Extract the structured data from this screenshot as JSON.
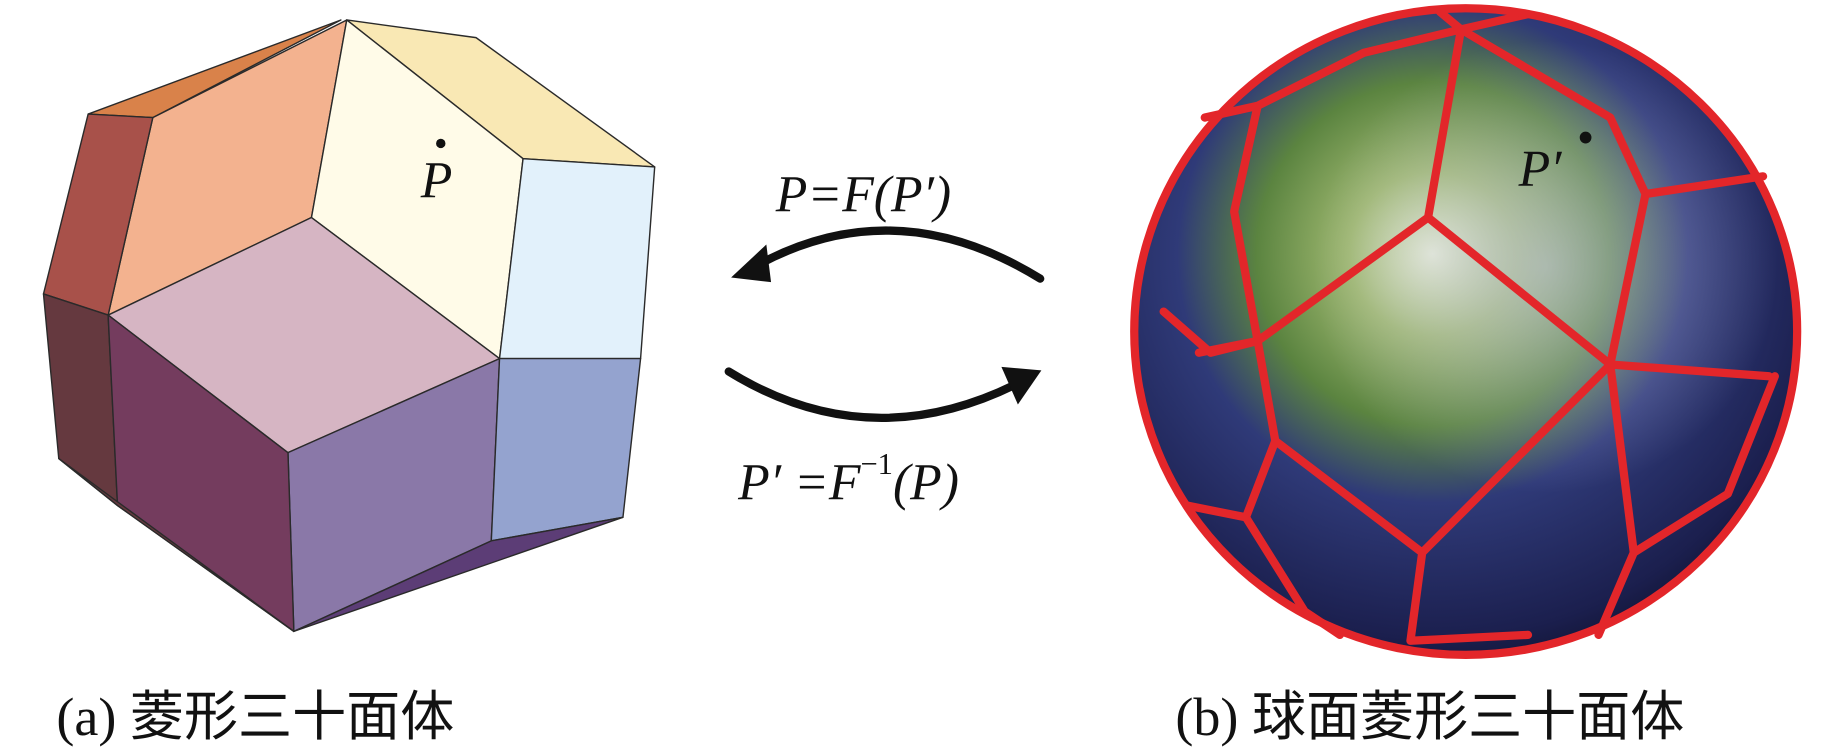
{
  "polyhedron": {
    "point_label": "P",
    "caption": "(a) 菱形三十面体",
    "colors": {
      "orange_dark": "#d9824a",
      "orange_light": "#f3b28f",
      "yellow_pale": "#fffbe8",
      "yellow_strip": "#f9e8b4",
      "blue_light": "#e2f1fb",
      "pink": "#d6b5c3",
      "red_left": "#a8514a",
      "purple_mid": "#8a78a8",
      "blue_mid": "#94a3cf",
      "purple_dark": "#5c3d76",
      "maroon": "#743c5e",
      "maroon_dark": "#65393f"
    }
  },
  "mapping": {
    "forward_label": "P=F(P′)",
    "inverse_label_pre": "P′ =F",
    "inverse_label_sup": "−1",
    "inverse_label_post": "(P)"
  },
  "sphere": {
    "point_label": "P′",
    "caption": "(b) 球面菱形三十面体",
    "grid_color": "#e3262a"
  }
}
